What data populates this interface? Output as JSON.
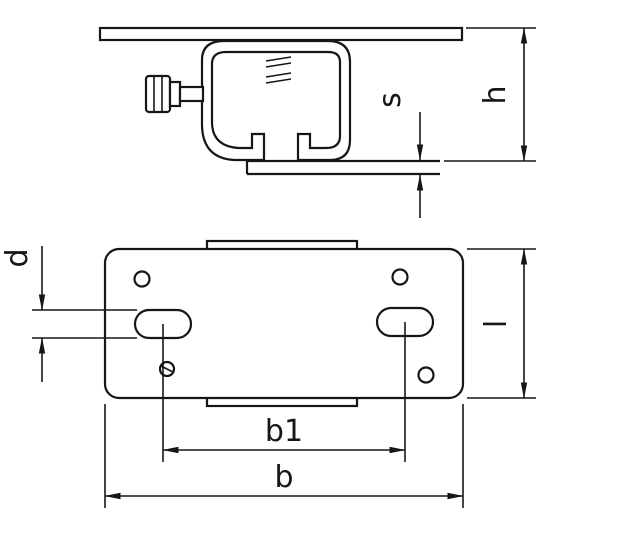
{
  "drawing": {
    "background": "#ffffff",
    "stroke_color": "#161616",
    "description": "technical drawing, beam clamp with mounting plate, two orthographic views",
    "labels": {
      "h": "h",
      "s": "s",
      "d": "d",
      "l": "l",
      "b1": "b1",
      "b": "b"
    }
  }
}
